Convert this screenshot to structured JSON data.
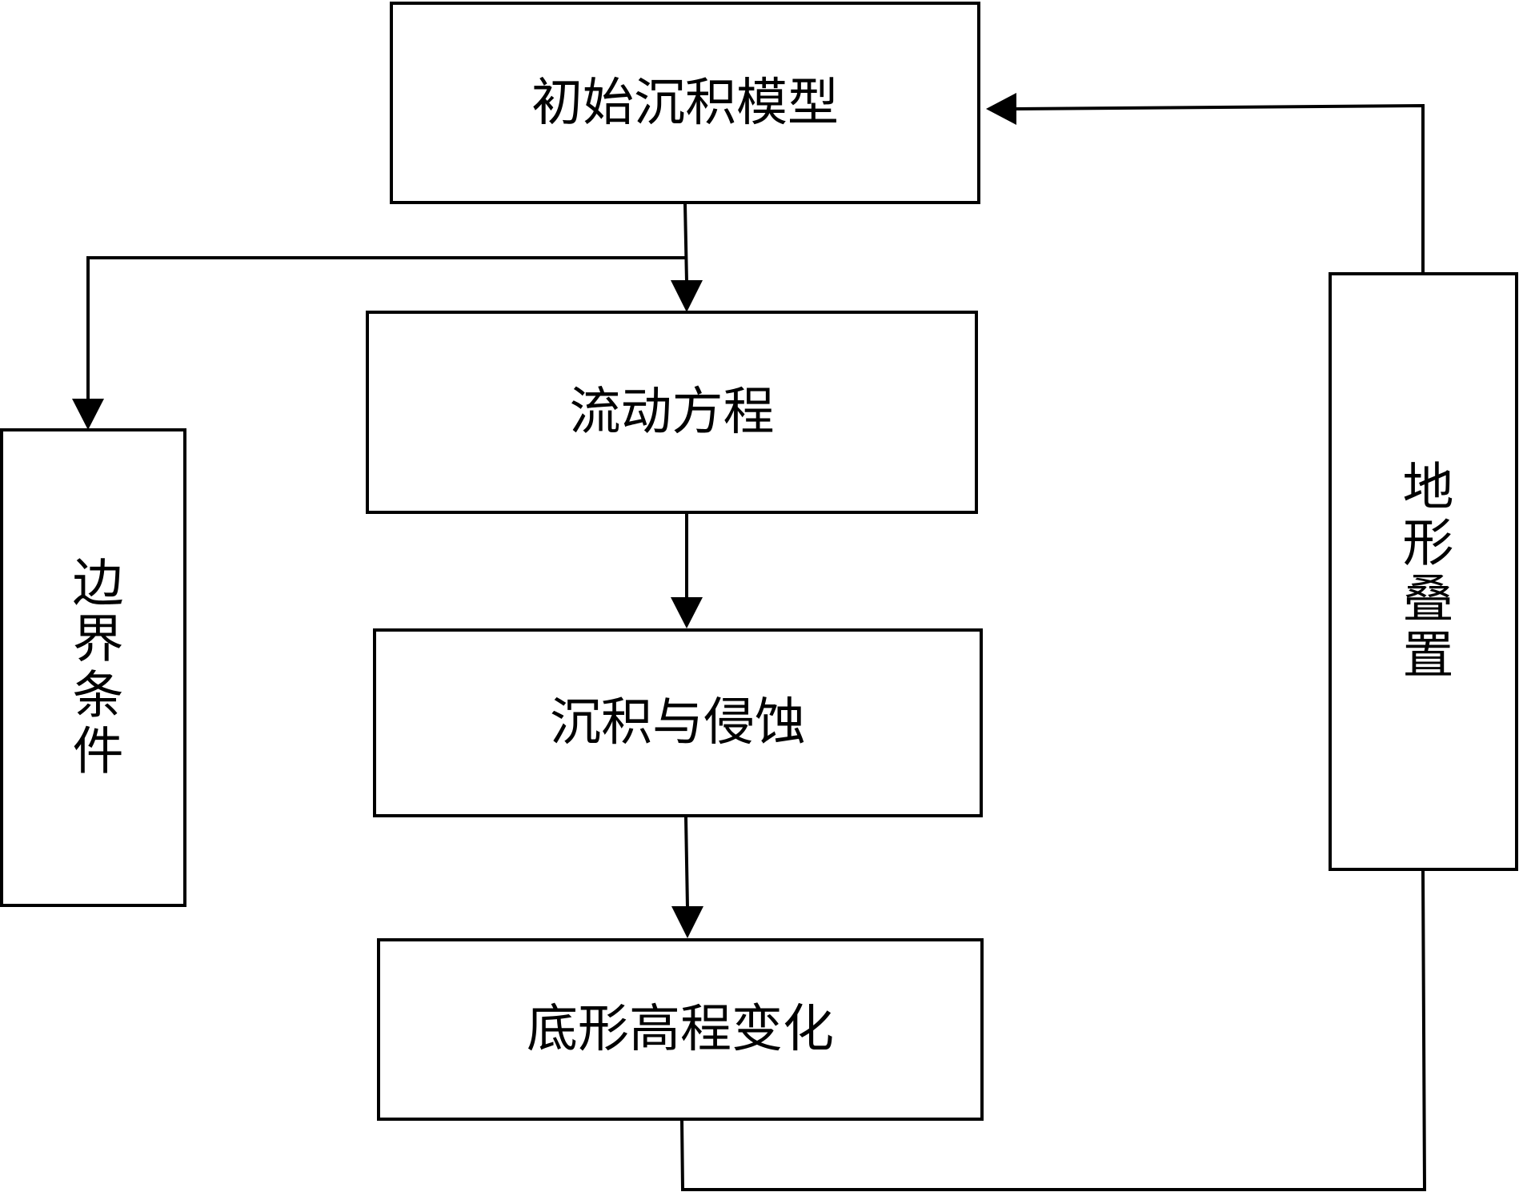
{
  "colors": {
    "stroke": "#000000",
    "background": "#ffffff"
  },
  "nodes": {
    "initial_model": "初始沉积模型",
    "flow_equation": "流动方程",
    "deposition_erosion": "沉积与侵蚀",
    "bed_elevation_change": "底形高程变化",
    "boundary_conditions": "边界条件",
    "terrain_superposition": "地形叠置"
  },
  "edges": [
    {
      "from": "initial_model",
      "to": "flow_equation"
    },
    {
      "from": "initial_model",
      "to": "boundary_conditions"
    },
    {
      "from": "flow_equation",
      "to": "deposition_erosion"
    },
    {
      "from": "deposition_erosion",
      "to": "bed_elevation_change"
    },
    {
      "from": "bed_elevation_change",
      "to": "terrain_superposition"
    },
    {
      "from": "terrain_superposition",
      "to": "initial_model"
    }
  ]
}
